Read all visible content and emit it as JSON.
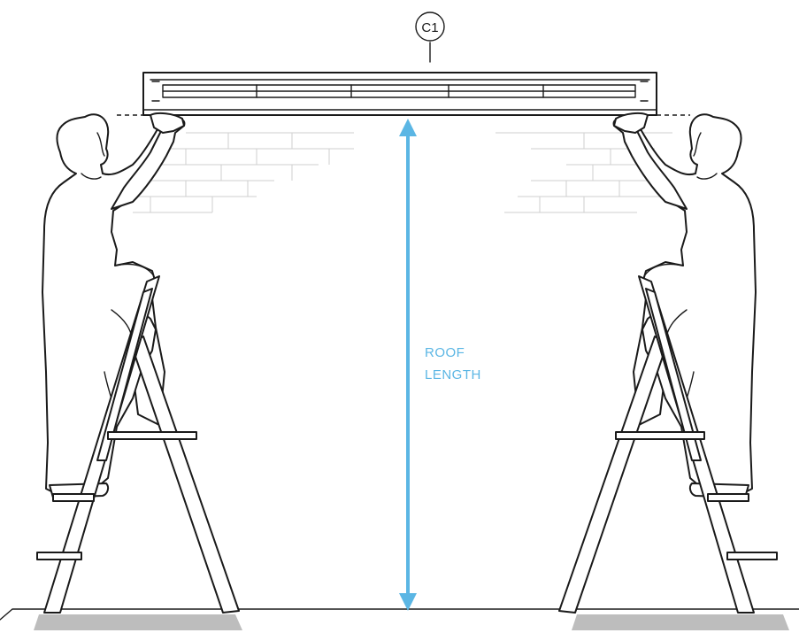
{
  "callout": {
    "part_id": "C1"
  },
  "measurement": {
    "label_line1": "ROOF",
    "label_line2": "LENGTH",
    "color": "#5bb6e4"
  },
  "colors": {
    "line": "#1a1a1a",
    "brick": "#cfcfcf",
    "ground": "#bdbdbd"
  }
}
